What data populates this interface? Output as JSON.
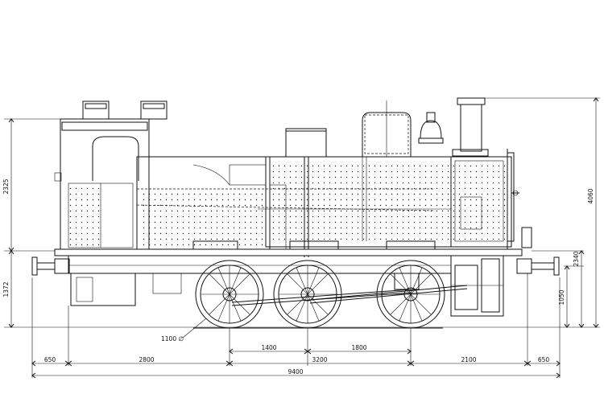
{
  "dimensions": {
    "left_vertical": [
      "2325",
      "1372"
    ],
    "right_vertical": [
      "4060",
      "2340",
      "1050"
    ],
    "axle_spacing": [
      "1400",
      "1800",
      "3200"
    ],
    "bottom_chain": [
      "650",
      "2800",
      "3200",
      "2100",
      "650"
    ],
    "overall_length": "9400",
    "wheel_diameter": "1100 ∅"
  },
  "colors": {
    "line": "#111111",
    "paper": "#ffffff"
  }
}
